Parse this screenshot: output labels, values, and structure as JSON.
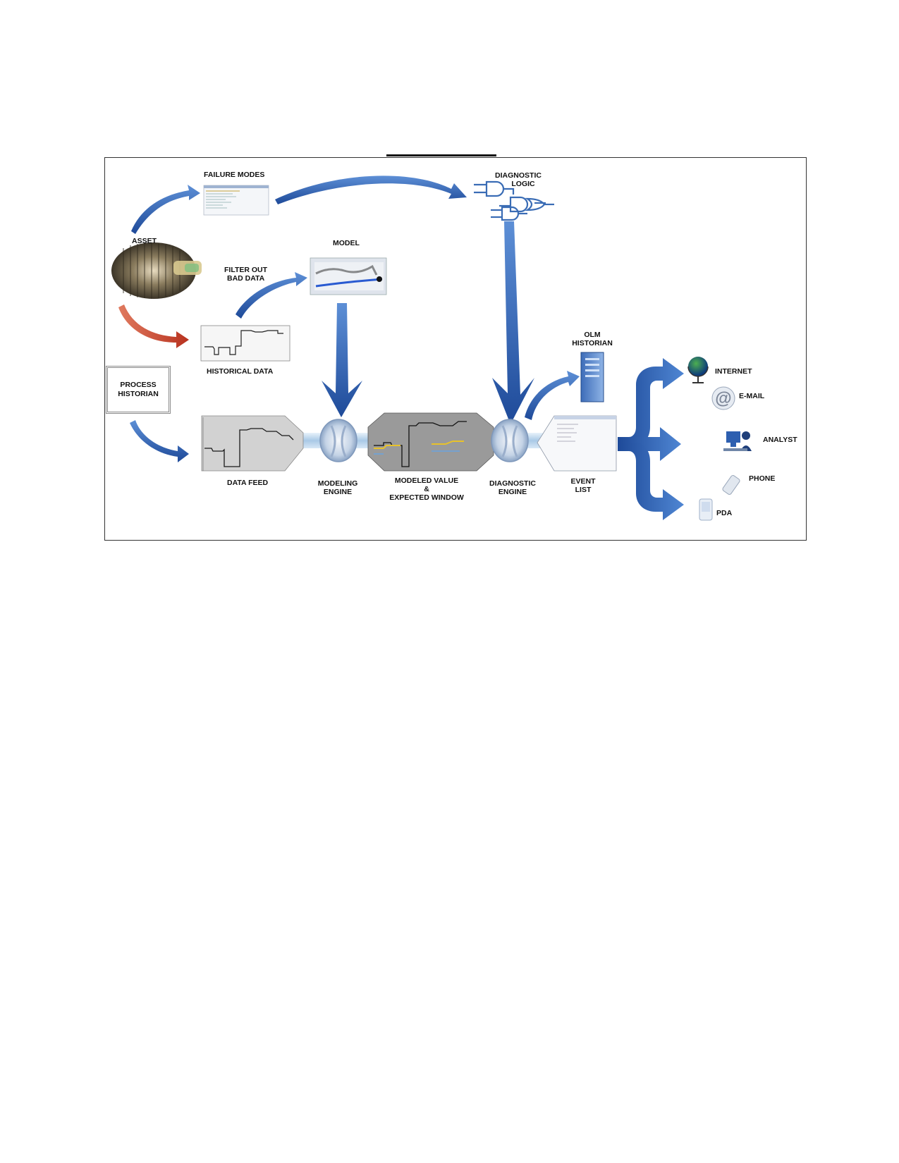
{
  "labels": {
    "failure_modes": "FAILURE MODES",
    "diagnostic_logic_1": "DIAGNOSTIC",
    "diagnostic_logic_2": "LOGIC",
    "asset": "ASSET",
    "model": "MODEL",
    "filter_1": "FILTER OUT",
    "filter_2": "BAD DATA",
    "historical_data": "HISTORICAL DATA",
    "process_historian_1": "PROCESS",
    "process_historian_2": "HISTORIAN",
    "olm_historian_1": "OLM",
    "olm_historian_2": "HISTORIAN",
    "data_feed": "DATA FEED",
    "modeling_engine_1": "MODELING",
    "modeling_engine_2": "ENGINE",
    "modeled_value_1": "MODELED VALUE",
    "modeled_value_2": "&",
    "modeled_value_3": "EXPECTED WINDOW",
    "diagnostic_engine_1": "DIAGNOSTIC",
    "diagnostic_engine_2": "ENGINE",
    "event_list_1": "EVENT",
    "event_list_2": "LIST"
  },
  "outputs": [
    {
      "label": "INTERNET",
      "icon": "globe-icon"
    },
    {
      "label": "E-MAIL",
      "icon": "at-sign-icon"
    },
    {
      "label": "ANALYST",
      "icon": "analyst-workstation-icon"
    },
    {
      "label": "PHONE",
      "icon": "phone-icon"
    },
    {
      "label": "PDA",
      "icon": "pda-icon"
    }
  ],
  "colors": {
    "arrow_blue": "#2f5fb3",
    "arrow_red": "#c0392b",
    "pipe_light": "#bcd6ee",
    "chart_gray": "#bdbdbd",
    "yellow_trace": "#e8c22a"
  }
}
